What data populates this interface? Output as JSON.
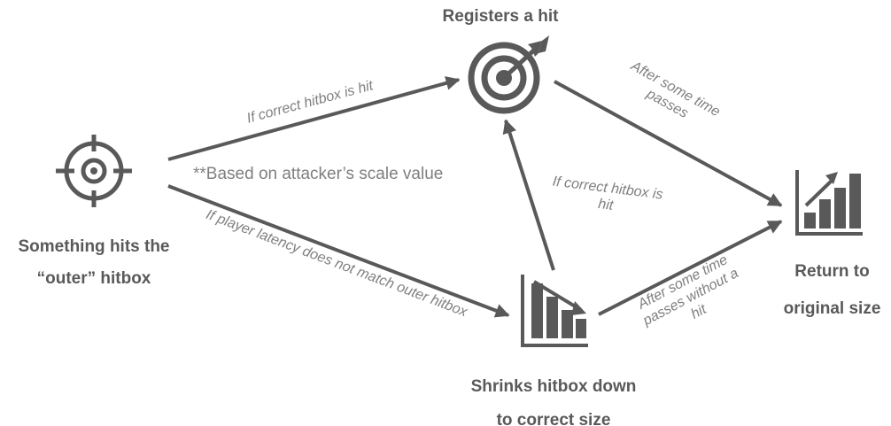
{
  "colors": {
    "ink": "#595959",
    "arrow": "#595959",
    "edge_text": "#7f7f7f"
  },
  "nodes": {
    "outer_hit": {
      "icon": "crosshair-icon",
      "line1": "Something hits the",
      "line2": "“outer” hitbox"
    },
    "registers": {
      "icon": "target-bullseye-icon",
      "line1": "Registers a hit"
    },
    "shrinks": {
      "icon": "bar-chart-down-icon",
      "line1": "Shrinks hitbox down",
      "line2": "to correct size"
    },
    "restore": {
      "icon": "bar-chart-up-icon",
      "line1": "Return to",
      "line2": "original size"
    }
  },
  "edges": {
    "correct_hit": {
      "text": "If correct hitbox is hit"
    },
    "latency": {
      "text": "If player latency does not match outer hitbox"
    },
    "shrink_correct_hit": {
      "line1": "If correct hitbox is",
      "line2": "hit"
    },
    "time_passes": {
      "line1": "After some time",
      "line2": "passes"
    },
    "time_no_hit": {
      "line1": "After some time",
      "line2": "passes without a",
      "line3": "hit"
    }
  },
  "note": "**Based on attacker’s scale value"
}
